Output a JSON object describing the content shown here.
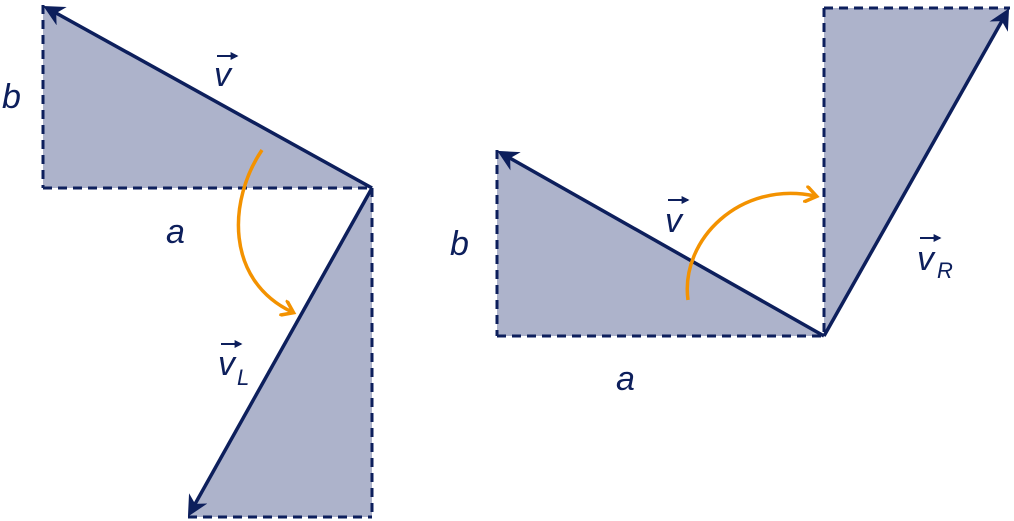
{
  "colors": {
    "fill": "#adb3cb",
    "stroke": "#0d1f5c",
    "rotation": "#f39200",
    "background": "#ffffff"
  },
  "left": {
    "b": "b",
    "a": "a",
    "v": "v",
    "vL": "v",
    "vL_sub": "L"
  },
  "right": {
    "b": "b",
    "a": "a",
    "v": "v",
    "vR": "v",
    "vR_sub": "R"
  }
}
